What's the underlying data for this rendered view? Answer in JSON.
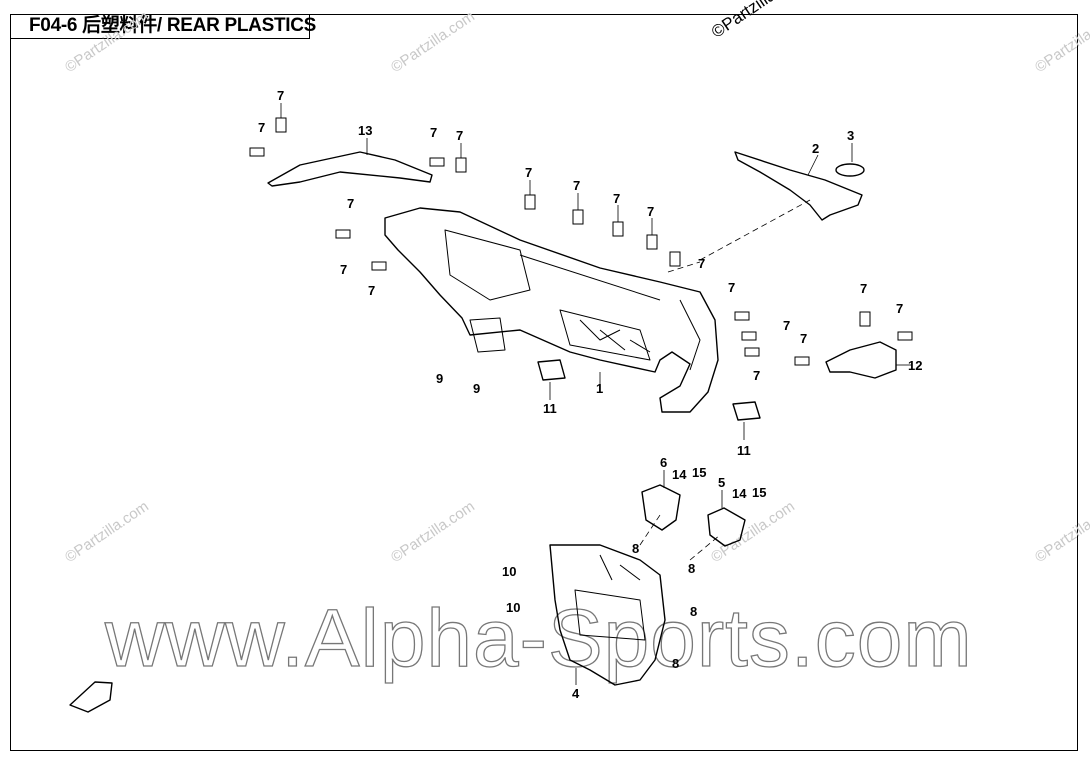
{
  "header": {
    "title": "F04-6 后塑料件/ REAR PLASTICS"
  },
  "copyright": "©Partzilla.com",
  "watermark_text": "©Partzilla.com",
  "website": "www.Alpha-Sports.com",
  "callouts": {
    "c1": "1",
    "c2": "2",
    "c3": "3",
    "c4": "4",
    "c5": "5",
    "c6": "6",
    "c7": "7",
    "c8": "8",
    "c9": "9",
    "c10": "10",
    "c11": "11",
    "c12": "12",
    "c13": "13",
    "c14": "14",
    "c15": "15"
  },
  "colors": {
    "line": "#000000",
    "watermark": "#c8c8c8",
    "site_outline": "#777777"
  }
}
